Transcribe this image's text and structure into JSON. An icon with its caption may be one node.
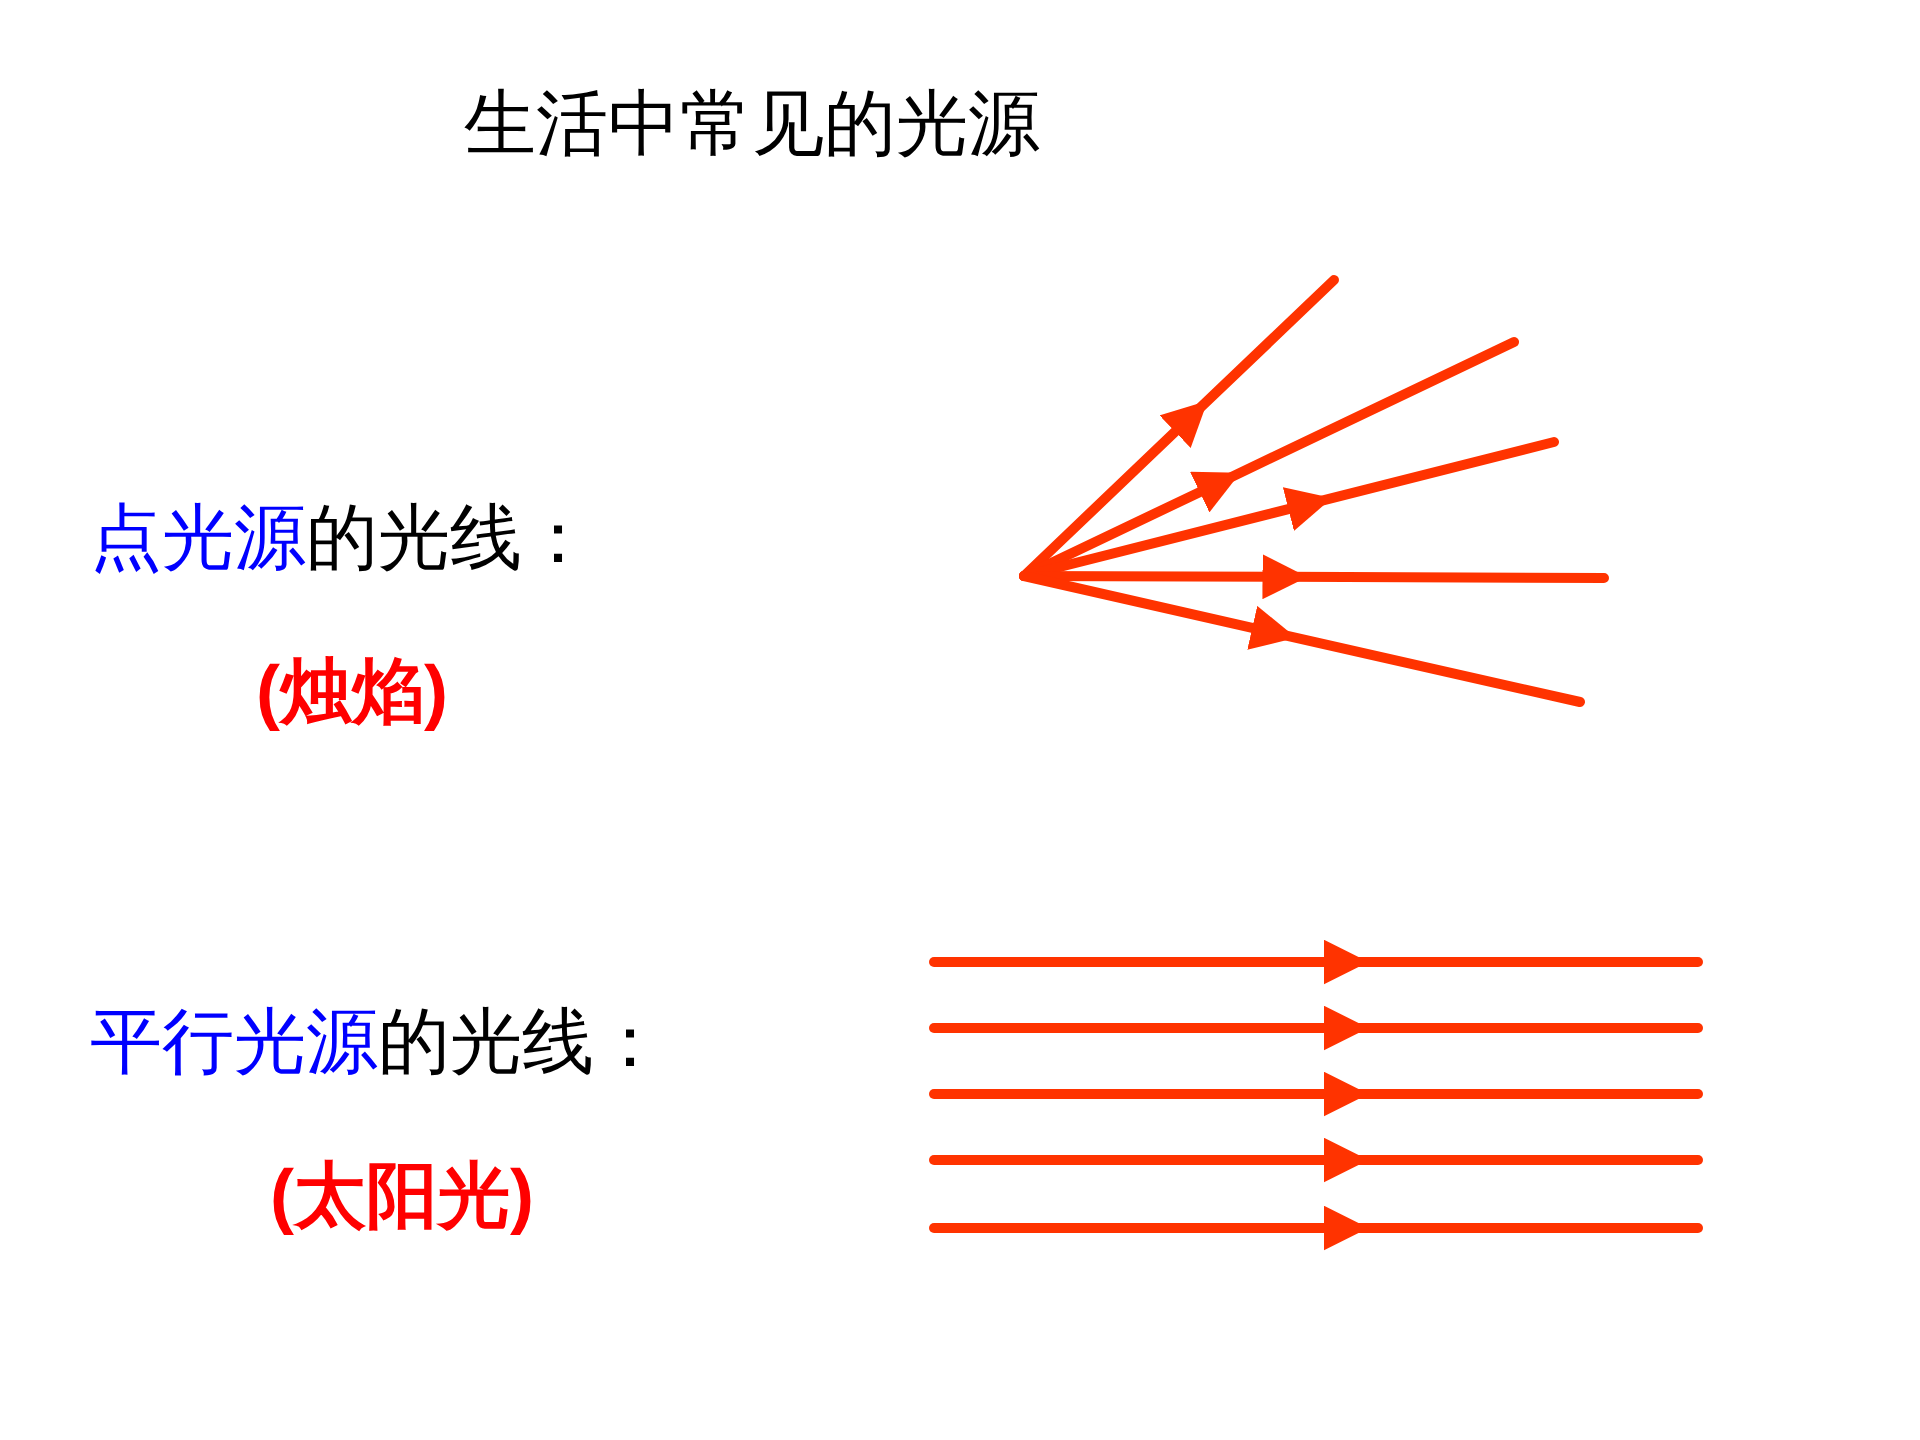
{
  "diagram": {
    "title": "生活中常见的光源",
    "labels": [
      "点光源",
      "的光线：",
      "(烛焰)",
      "平行光源",
      "的光线：",
      "(太阳光)"
    ]
  }
}
